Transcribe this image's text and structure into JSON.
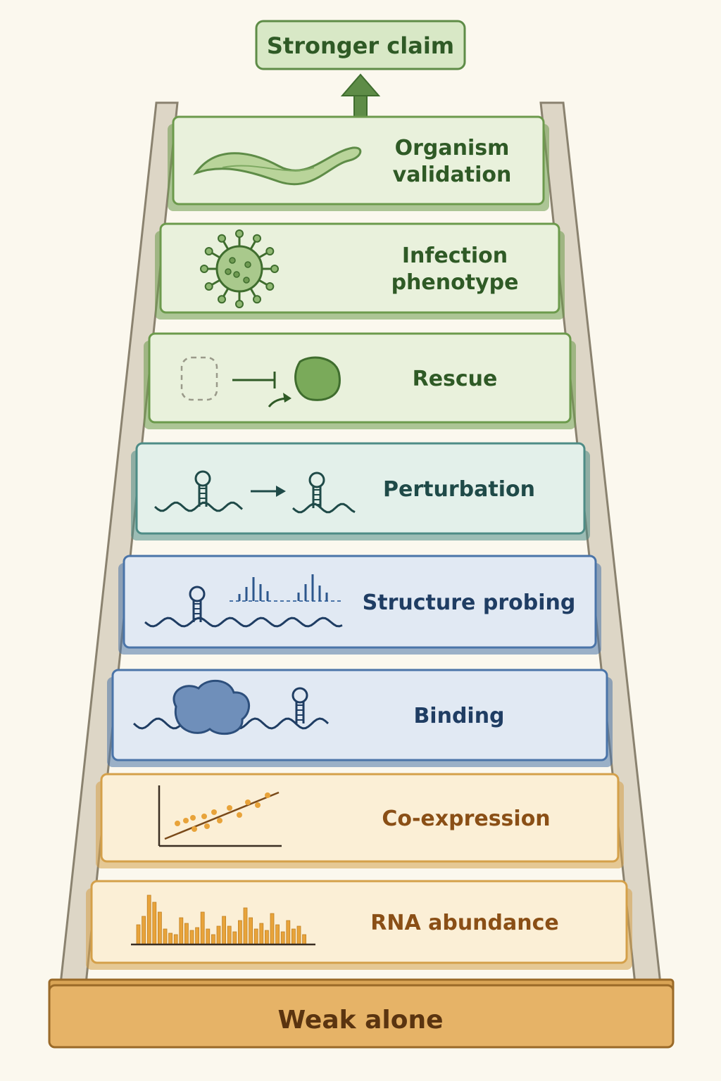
{
  "top_label": "Stronger claim",
  "bottom_label": "Weak alone",
  "rungs": [
    {
      "label_lines": [
        "Organism",
        "validation"
      ],
      "icon": "worm-icon",
      "fill": "#e9f1dc",
      "stroke": "#6c9a4c",
      "text_color": "#2f5a26"
    },
    {
      "label_lines": [
        "Infection",
        "phenotype"
      ],
      "icon": "virus-icon",
      "fill": "#e9f1dc",
      "stroke": "#6c9a4c",
      "text_color": "#2f5a26"
    },
    {
      "label_lines": [
        "Rescue"
      ],
      "icon": "rescue-icon",
      "fill": "#e9f1dc",
      "stroke": "#6c9a4c",
      "text_color": "#2f5a26"
    },
    {
      "label_lines": [
        "Perturbation"
      ],
      "icon": "hairpin-perturbation-icon",
      "fill": "#e3f0ea",
      "stroke": "#4e8c86",
      "text_color": "#1f4a48"
    },
    {
      "label_lines": [
        "Structure probing"
      ],
      "icon": "structure-probing-icon",
      "fill": "#e1e9f3",
      "stroke": "#4a74a8",
      "text_color": "#1f3d63"
    },
    {
      "label_lines": [
        "Binding"
      ],
      "icon": "protein-binding-icon",
      "fill": "#e1e9f3",
      "stroke": "#4a74a8",
      "text_color": "#1f3d63"
    },
    {
      "label_lines": [
        "Co-expression"
      ],
      "icon": "scatter-plot-icon",
      "fill": "#fbefd6",
      "stroke": "#d4a04a",
      "text_color": "#8a4f16"
    },
    {
      "label_lines": [
        "RNA abundance"
      ],
      "icon": "bar-histogram-icon",
      "fill": "#fbefd6",
      "stroke": "#d4a04a",
      "text_color": "#8a4f16"
    }
  ]
}
